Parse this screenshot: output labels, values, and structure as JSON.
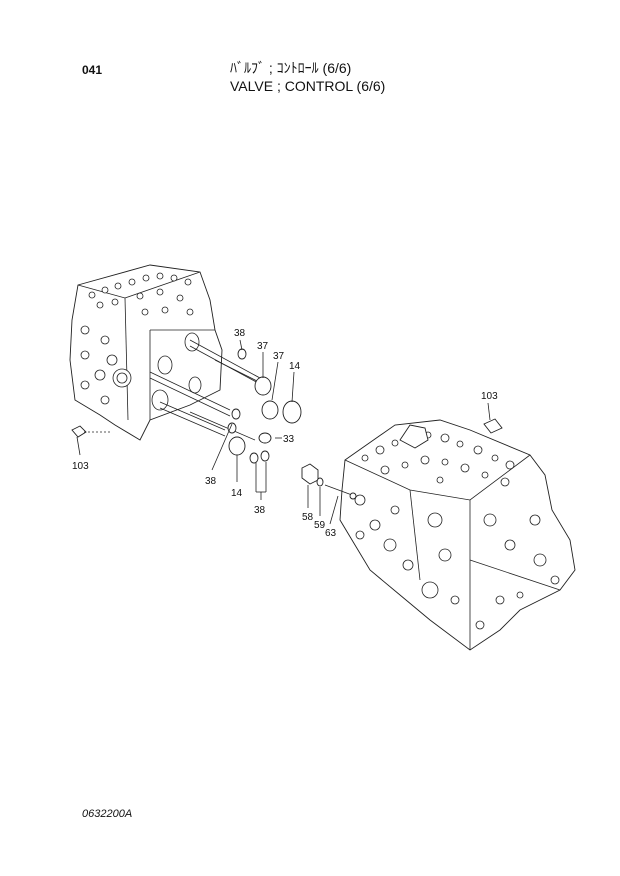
{
  "header": {
    "page_number": "041",
    "title_jp": "ﾊﾞﾙﾌﾞ ; ｺﾝﾄﾛｰﾙ (6/6)",
    "title_en": "VALVE ; CONTROL (6/6)"
  },
  "footer": {
    "doc_code": "0632200A"
  },
  "callouts": {
    "c38a": "38",
    "c37a": "37",
    "c37b": "37",
    "c14a": "14",
    "c33": "33",
    "c103a": "103",
    "c38b": "38",
    "c14b": "14",
    "c38c": "38",
    "c103b": "103",
    "c58": "58",
    "c59": "59",
    "c63": "63"
  }
}
